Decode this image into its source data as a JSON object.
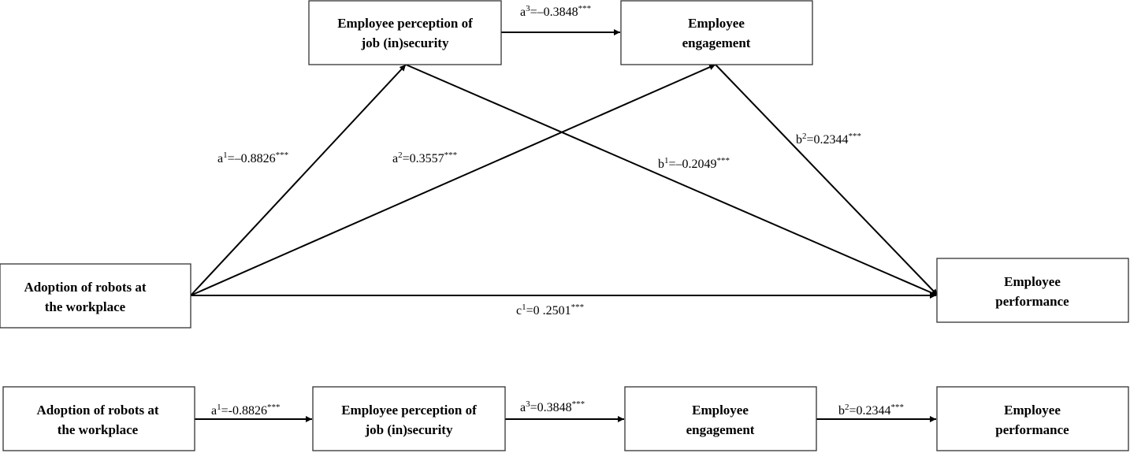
{
  "nodes": {
    "top_security": {
      "lines": [
        "Employee perception of",
        "job (in)security"
      ]
    },
    "top_engagement": {
      "lines": [
        "Employee",
        "engagement"
      ]
    },
    "mid_adoption": {
      "lines": [
        "Adoption of robots at",
        "the workplace"
      ]
    },
    "mid_performance": {
      "lines": [
        "Employee",
        "performance"
      ]
    },
    "bot_adoption": {
      "lines": [
        "Adoption of robots at",
        "the workplace"
      ]
    },
    "bot_security": {
      "lines": [
        "Employee perception of",
        "job (in)security"
      ]
    },
    "bot_engagement": {
      "lines": [
        "Employee",
        "engagement"
      ]
    },
    "bot_performance": {
      "lines": [
        "Employee",
        "performance"
      ]
    }
  },
  "edges": {
    "a3_top": {
      "pre": "a",
      "sup1": "3",
      "mid": "=–0.3848",
      "sup2": "***"
    },
    "a1_top": {
      "pre": "a",
      "sup1": "1",
      "mid": "=–0.8826",
      "sup2": "***"
    },
    "a2_top": {
      "pre": "a",
      "sup1": "2",
      "mid": "=0.3557",
      "sup2": "***"
    },
    "b1_top": {
      "pre": "b",
      "sup1": "1",
      "mid": "=–0.2049",
      "sup2": "***"
    },
    "b2_top": {
      "pre": "b",
      "sup1": "2",
      "mid": "=0.2344",
      "sup2": "***"
    },
    "c1_top": {
      "pre": "c",
      "sup1": "1",
      "mid": "=0 .2501",
      "sup2": "***"
    },
    "a1_bot": {
      "pre": "a",
      "sup1": "1",
      "mid": "=-0.8826",
      "sup2": "***"
    },
    "a3_bot": {
      "pre": "a",
      "sup1": "3",
      "mid": "=0.3848",
      "sup2": "***"
    },
    "b2_bot": {
      "pre": "b",
      "sup1": "2",
      "mid": "=0.2344",
      "sup2": "***"
    }
  },
  "colors": {
    "stroke": "#000000",
    "box_border": "#333333",
    "background": "#ffffff"
  }
}
